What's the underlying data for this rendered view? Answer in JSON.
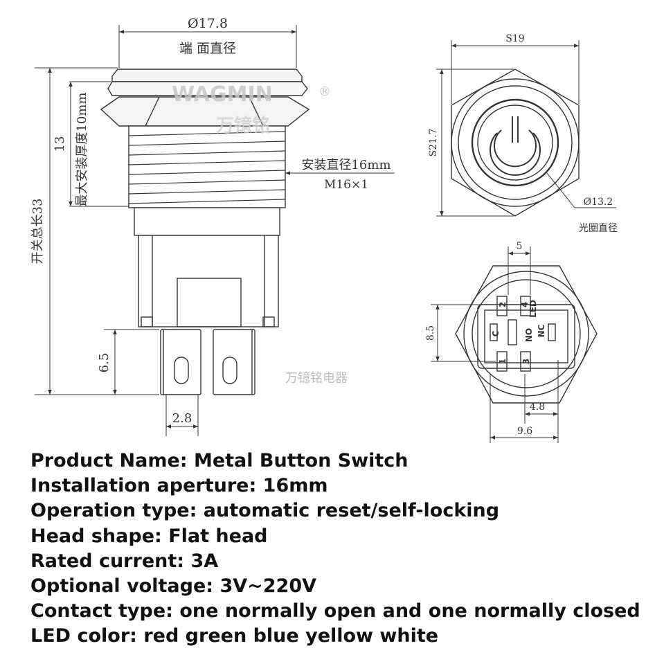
{
  "drawing": {
    "side": {
      "head_diameter": "Ø17.8",
      "head_diameter_label": "端 面直径",
      "total_length_label": "开关总长33",
      "mount_thickness_label": "最大安装厚度10mm",
      "thread_length": "13",
      "mount_diameter_label": "安装直径16mm",
      "thread_spec": "M16×1",
      "pin_length": "6.5",
      "pin_width": "2.8"
    },
    "front": {
      "hex_width": "S19",
      "hex_corner": "S21.7",
      "ring_diameter": "Ø13.2",
      "ring_label": "光圈直径"
    },
    "back": {
      "pin_spacing_top": "5",
      "pin_spacing_side": "8.5",
      "pin_offset": "4.8",
      "pin_span": "9.6",
      "terminals": [
        "C",
        "NO",
        "NC",
        "LED",
        "2",
        "4",
        "1",
        "3"
      ]
    },
    "watermark": {
      "brand": "WAGMIN",
      "brand_cn": "万镱铭",
      "company": "万镱铭电器"
    }
  },
  "specs": [
    "Product Name: Metal Button Switch",
    "Installation aperture: 16mm",
    "Operation type: automatic reset/self-locking",
    "Head shape: Flat head",
    "Rated current: 3A",
    "Optional voltage: 3V~220V",
    "Contact type: one normally open and one normally closed",
    "LED color: red green blue yellow white"
  ]
}
